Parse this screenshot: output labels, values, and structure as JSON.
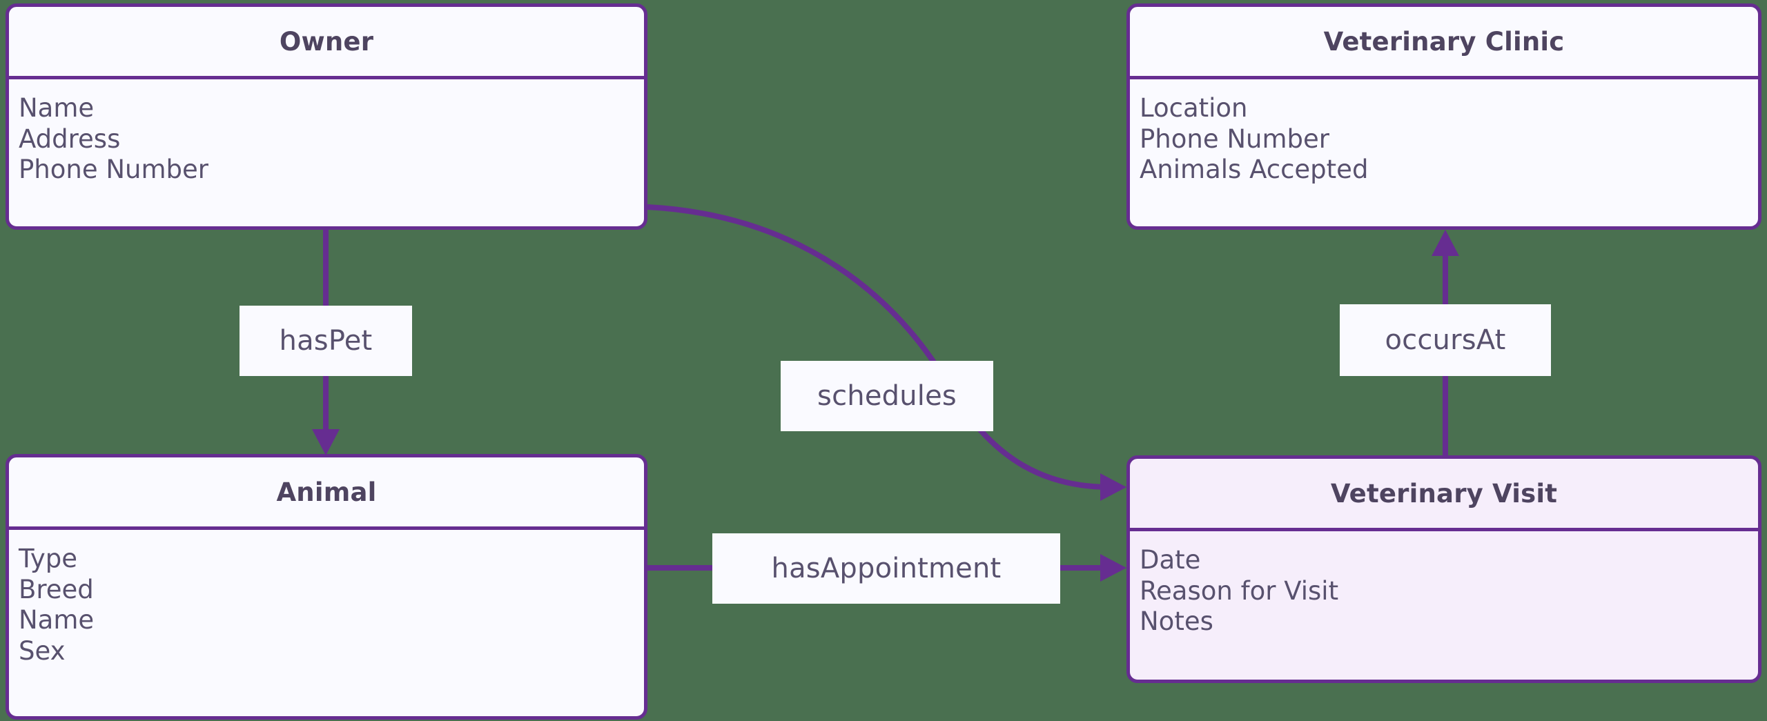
{
  "diagram": {
    "type": "entity-relationship-diagram",
    "background_color": "#4a7050",
    "accent_color": "#662d91",
    "title_text_color": "#4e4460",
    "attribute_text_color": "#58516e"
  },
  "entities": [
    {
      "id": "owner",
      "title": "Owner",
      "fill": "#fafaff",
      "attributes": [
        "Name",
        "Address",
        "Phone Number"
      ]
    },
    {
      "id": "veterinary-clinic",
      "title": "Veterinary Clinic",
      "fill": "#fafaff",
      "attributes": [
        "Location",
        "Phone Number",
        "Animals Accepted"
      ]
    },
    {
      "id": "animal",
      "title": "Animal",
      "fill": "#fafaff",
      "attributes": [
        "Type",
        "Breed",
        "Name",
        "Sex"
      ]
    },
    {
      "id": "veterinary-visit",
      "title": "Veterinary Visit",
      "fill": "#f6eefb",
      "attributes": [
        "Date",
        "Reason for Visit",
        "Notes"
      ]
    }
  ],
  "relationships": [
    {
      "id": "hasPet",
      "label": "hasPet",
      "from": "Owner",
      "to": "Animal"
    },
    {
      "id": "schedules",
      "label": "schedules",
      "from": "Owner",
      "to": "Veterinary Visit"
    },
    {
      "id": "occursAt",
      "label": "occursAt",
      "from": "Veterinary Visit",
      "to": "Veterinary Clinic"
    },
    {
      "id": "hasAppointment",
      "label": "hasAppointment",
      "from": "Animal",
      "to": "Veterinary Visit"
    }
  ]
}
